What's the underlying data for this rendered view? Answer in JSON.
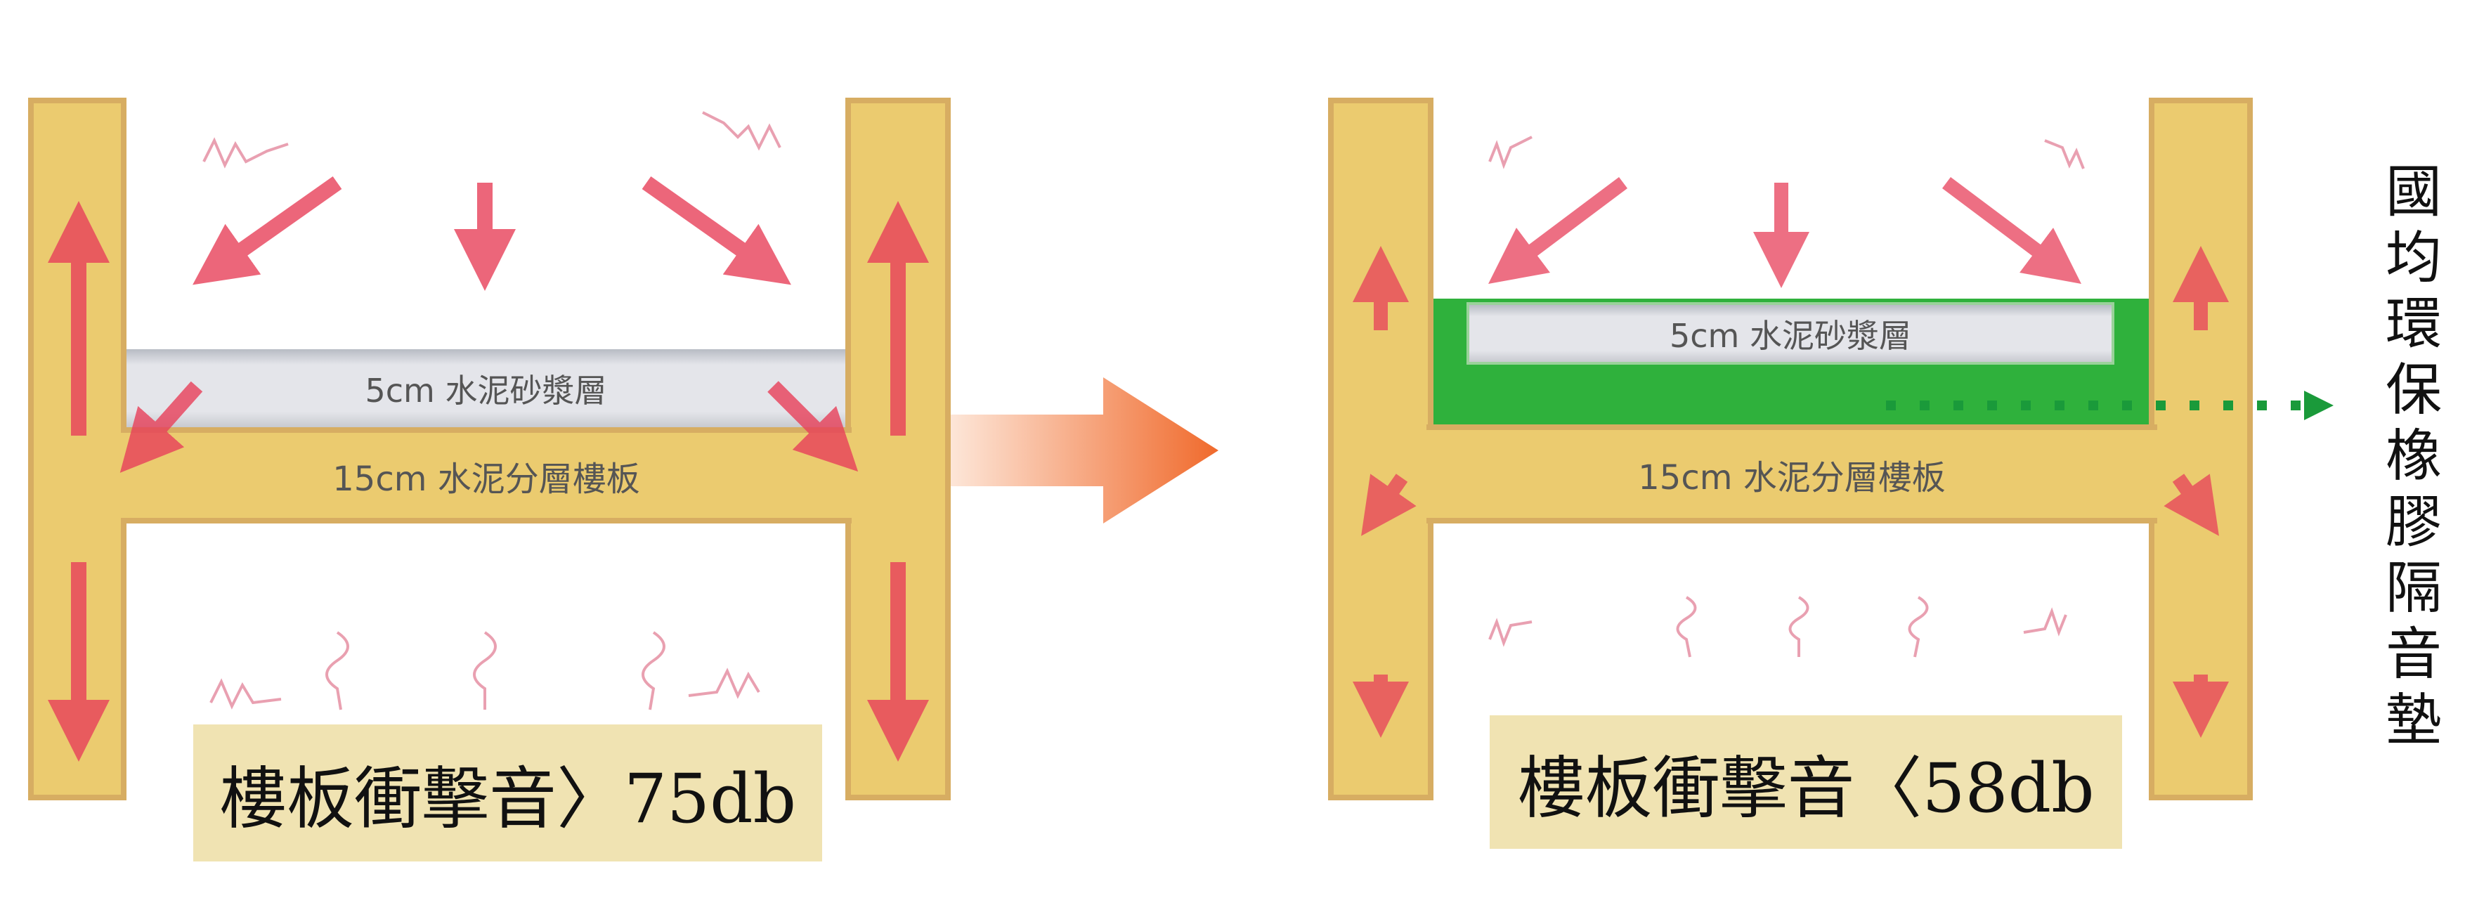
{
  "before": {
    "mortar_label": "5cm 水泥砂漿層",
    "slab_label": "15cm 水泥分層樓板",
    "result_label": "樓板衝擊音〉75db"
  },
  "after": {
    "mortar_label": "5cm 水泥砂漿層",
    "slab_label": "15cm 水泥分層樓板",
    "result_label": "樓板衝擊音〈58db",
    "pad_label": "國均環保橡膠隔音墊"
  },
  "colors": {
    "column": "#ebcb6f",
    "pad": "#2fb13c",
    "arrow": "#e8405a",
    "transition_arrow": "#f07a3c"
  }
}
